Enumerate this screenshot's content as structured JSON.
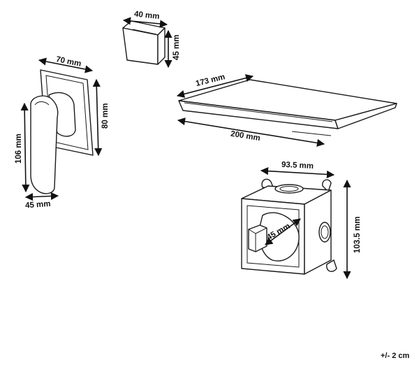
{
  "labels": {
    "button_width": "40 mm",
    "button_height": "45 mm",
    "plate_width": "70 mm",
    "plate_height": "80 mm",
    "lever_height": "106 mm",
    "lever_depth": "45 mm",
    "spout_depth": "173 mm",
    "spout_width": "200 mm",
    "box_width": "93.5 mm",
    "box_height": "103.5 mm",
    "cartridge_diameter": "45 mm"
  },
  "tolerance": "+/- 2 cm",
  "colors": {
    "stroke": "#1a1a1a",
    "background": "#ffffff"
  }
}
